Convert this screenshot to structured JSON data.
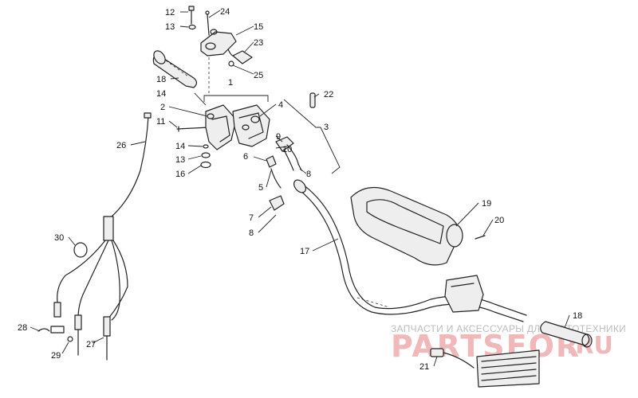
{
  "callouts": [
    "1",
    "2",
    "3",
    "4",
    "5",
    "6",
    "7",
    "8",
    "8",
    "9",
    "10",
    "11",
    "12",
    "13",
    "13",
    "14",
    "14",
    "15",
    "16",
    "17",
    "18",
    "18",
    "19",
    "20",
    "21",
    "22",
    "23",
    "24",
    "25",
    "26",
    "27",
    "28",
    "29",
    "30"
  ],
  "watermark": {
    "tagline": "ЗАПЧАСТИ И АКСЕССУАРЫ ДЛЯ МОТОТЕХНИКИ",
    "brand": "PARTSFOR",
    "tld": ".RU"
  },
  "colors": {
    "line": "#222222",
    "watermark_red": "#f0b8b8",
    "watermark_gray": "#bdbdbd"
  }
}
